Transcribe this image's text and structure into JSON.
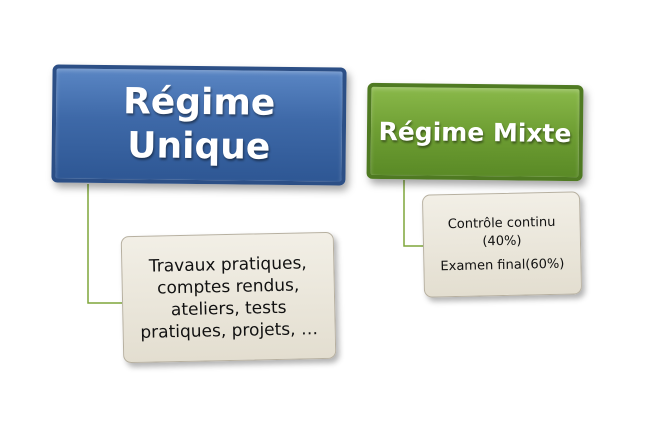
{
  "diagram": {
    "nodes": [
      {
        "title_lines": [
          "Régime",
          "Unique"
        ],
        "color": "#3e69a8",
        "children": {
          "lines": [
            "Travaux pratiques,",
            "comptes rendus,",
            "ateliers, tests",
            "pratiques, projets, …"
          ]
        }
      },
      {
        "title_lines": [
          "Régime Mixte"
        ],
        "color": "#6e9e33",
        "children": {
          "items": [
            "Contrôle continu (40%)",
            "Examen final(60%)"
          ]
        }
      }
    ],
    "connector_color": "#7ea63a"
  }
}
